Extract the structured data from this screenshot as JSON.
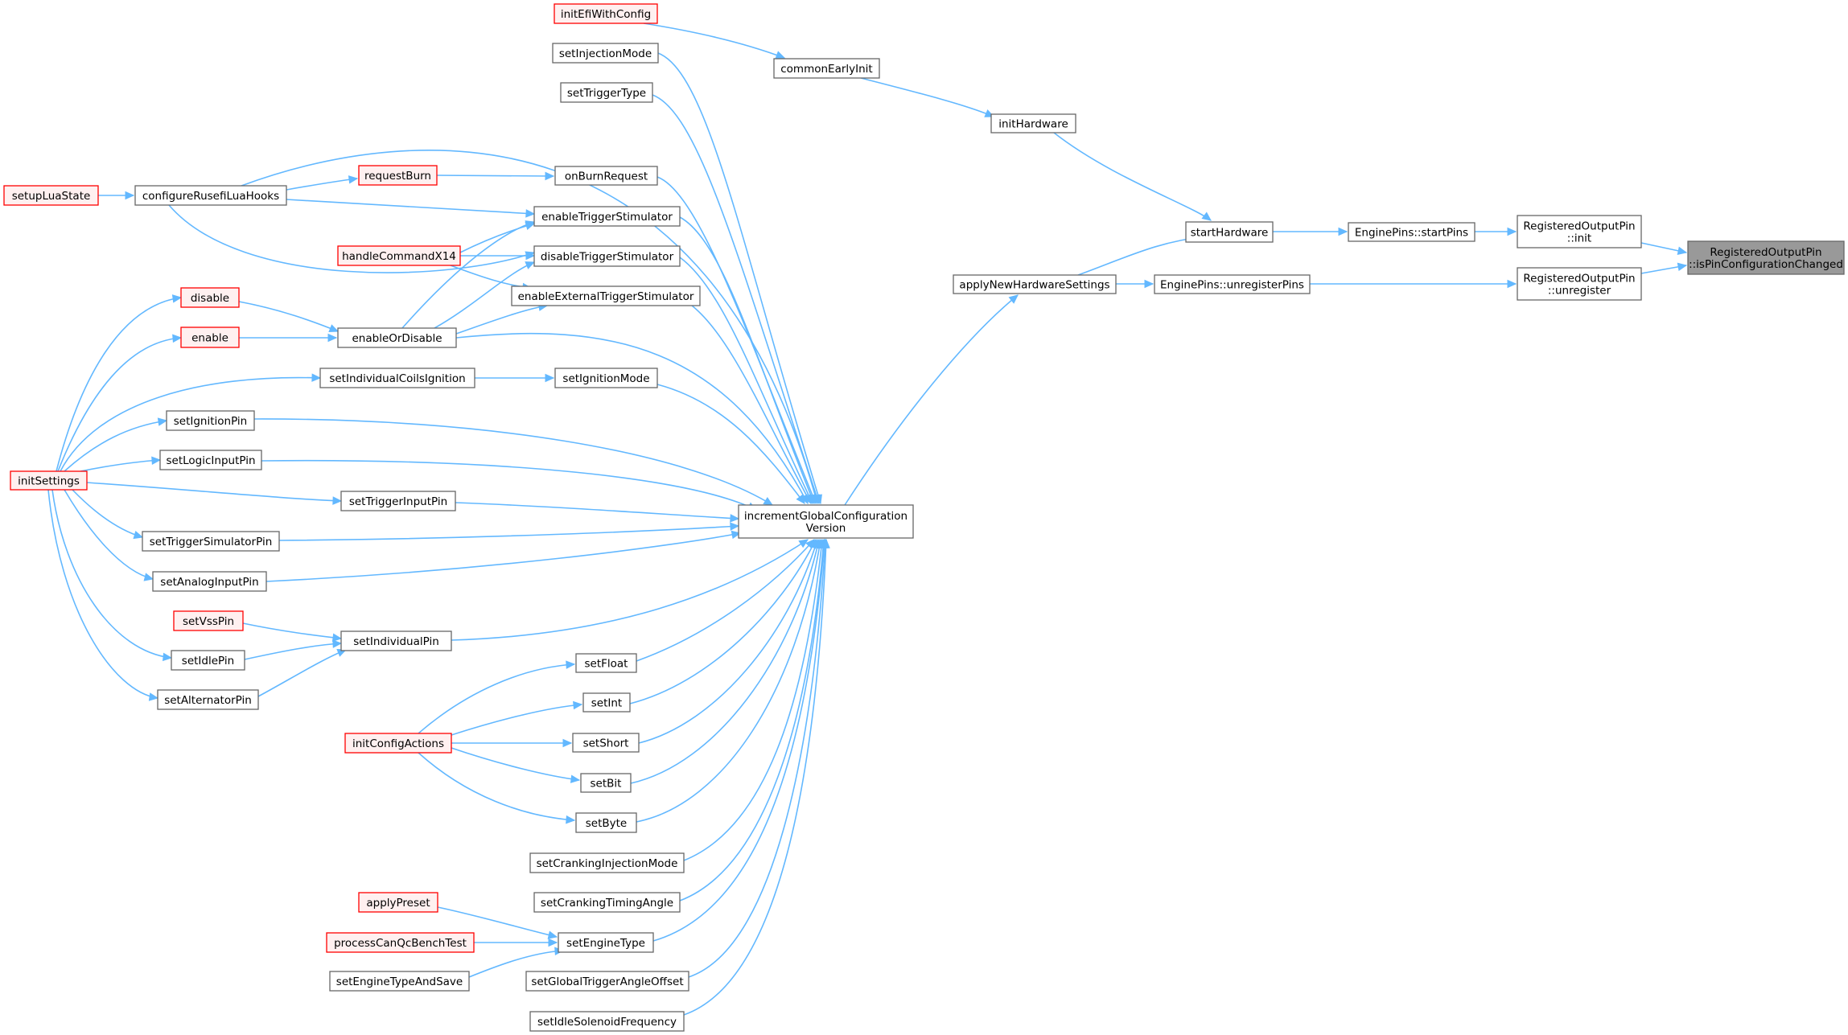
{
  "colors": {
    "edge": "#63b8ff",
    "node_border_normal": "#666666",
    "node_border_truncated": "#ff0000",
    "node_fill": "#ffffff",
    "node_fill_truncated": "#fff0f0",
    "node_fill_highlight": "#999999",
    "text": "#000000"
  },
  "nodes": [
    {
      "id": "isPinConfigurationChanged",
      "lines": [
        "RegisteredOutputPin",
        "::isPinConfigurationChanged"
      ],
      "style": "highlight"
    },
    {
      "id": "rop_init",
      "lines": [
        "RegisteredOutputPin",
        "::init"
      ],
      "style": "normal"
    },
    {
      "id": "rop_unregister",
      "lines": [
        "RegisteredOutputPin",
        "::unregister"
      ],
      "style": "normal"
    },
    {
      "id": "startPins",
      "lines": [
        "EnginePins::startPins"
      ],
      "style": "normal"
    },
    {
      "id": "unregisterPins",
      "lines": [
        "EnginePins::unregisterPins"
      ],
      "style": "normal"
    },
    {
      "id": "startHardware",
      "lines": [
        "startHardware"
      ],
      "style": "normal"
    },
    {
      "id": "applyNewHardwareSettings",
      "lines": [
        "applyNewHardwareSettings"
      ],
      "style": "normal"
    },
    {
      "id": "initHardware",
      "lines": [
        "initHardware"
      ],
      "style": "normal"
    },
    {
      "id": "commonEarlyInit",
      "lines": [
        "commonEarlyInit"
      ],
      "style": "normal"
    },
    {
      "id": "initEfiWithConfig",
      "lines": [
        "initEfiWithConfig"
      ],
      "style": "truncated"
    },
    {
      "id": "incrementGlobalConfigurationVersion",
      "lines": [
        "incrementGlobalConfiguration",
        "Version"
      ],
      "style": "normal"
    },
    {
      "id": "setInjectionMode",
      "lines": [
        "setInjectionMode"
      ],
      "style": "normal"
    },
    {
      "id": "setTriggerType",
      "lines": [
        "setTriggerType"
      ],
      "style": "normal"
    },
    {
      "id": "onBurnRequest",
      "lines": [
        "onBurnRequest"
      ],
      "style": "normal"
    },
    {
      "id": "enableTriggerStimulator",
      "lines": [
        "enableTriggerStimulator"
      ],
      "style": "normal"
    },
    {
      "id": "disableTriggerStimulator",
      "lines": [
        "disableTriggerStimulator"
      ],
      "style": "normal"
    },
    {
      "id": "enableExternalTriggerStimulator",
      "lines": [
        "enableExternalTriggerStimulator"
      ],
      "style": "normal"
    },
    {
      "id": "setIgnitionMode",
      "lines": [
        "setIgnitionMode"
      ],
      "style": "normal"
    },
    {
      "id": "setFloat",
      "lines": [
        "setFloat"
      ],
      "style": "normal"
    },
    {
      "id": "setInt",
      "lines": [
        "setInt"
      ],
      "style": "normal"
    },
    {
      "id": "setShort",
      "lines": [
        "setShort"
      ],
      "style": "normal"
    },
    {
      "id": "setBit",
      "lines": [
        "setBit"
      ],
      "style": "normal"
    },
    {
      "id": "setByte",
      "lines": [
        "setByte"
      ],
      "style": "normal"
    },
    {
      "id": "setCrankingInjectionMode",
      "lines": [
        "setCrankingInjectionMode"
      ],
      "style": "normal"
    },
    {
      "id": "setCrankingTimingAngle",
      "lines": [
        "setCrankingTimingAngle"
      ],
      "style": "normal"
    },
    {
      "id": "setEngineType",
      "lines": [
        "setEngineType"
      ],
      "style": "normal"
    },
    {
      "id": "setGlobalTriggerAngleOffset",
      "lines": [
        "setGlobalTriggerAngleOffset"
      ],
      "style": "normal"
    },
    {
      "id": "setIdleSolenoidFrequency",
      "lines": [
        "setIdleSolenoidFrequency"
      ],
      "style": "normal"
    },
    {
      "id": "requestBurn",
      "lines": [
        "requestBurn"
      ],
      "style": "truncated"
    },
    {
      "id": "handleCommandX14",
      "lines": [
        "handleCommandX14"
      ],
      "style": "truncated"
    },
    {
      "id": "enableOrDisable",
      "lines": [
        "enableOrDisable"
      ],
      "style": "normal"
    },
    {
      "id": "setIndividualCoilsIgnition",
      "lines": [
        "setIndividualCoilsIgnition"
      ],
      "style": "normal"
    },
    {
      "id": "setTriggerInputPin",
      "lines": [
        "setTriggerInputPin"
      ],
      "style": "normal"
    },
    {
      "id": "setIndividualPin",
      "lines": [
        "setIndividualPin"
      ],
      "style": "normal"
    },
    {
      "id": "initConfigActions",
      "lines": [
        "initConfigActions"
      ],
      "style": "truncated"
    },
    {
      "id": "applyPreset",
      "lines": [
        "applyPreset"
      ],
      "style": "truncated"
    },
    {
      "id": "processCanQcBenchTest",
      "lines": [
        "processCanQcBenchTest"
      ],
      "style": "truncated"
    },
    {
      "id": "setEngineTypeAndSave",
      "lines": [
        "setEngineTypeAndSave"
      ],
      "style": "normal"
    },
    {
      "id": "configureRusefiLuaHooks",
      "lines": [
        "configureRusefiLuaHooks"
      ],
      "style": "normal"
    },
    {
      "id": "disable",
      "lines": [
        "disable"
      ],
      "style": "truncated"
    },
    {
      "id": "enable",
      "lines": [
        "enable"
      ],
      "style": "truncated"
    },
    {
      "id": "setIgnitionPin",
      "lines": [
        "setIgnitionPin"
      ],
      "style": "normal"
    },
    {
      "id": "setLogicInputPin",
      "lines": [
        "setLogicInputPin"
      ],
      "style": "normal"
    },
    {
      "id": "setTriggerSimulatorPin",
      "lines": [
        "setTriggerSimulatorPin"
      ],
      "style": "normal"
    },
    {
      "id": "setAnalogInputPin",
      "lines": [
        "setAnalogInputPin"
      ],
      "style": "normal"
    },
    {
      "id": "setVssPin",
      "lines": [
        "setVssPin"
      ],
      "style": "truncated"
    },
    {
      "id": "setIdlePin",
      "lines": [
        "setIdlePin"
      ],
      "style": "normal"
    },
    {
      "id": "setAlternatorPin",
      "lines": [
        "setAlternatorPin"
      ],
      "style": "normal"
    },
    {
      "id": "setupLuaState",
      "lines": [
        "setupLuaState"
      ],
      "style": "truncated"
    },
    {
      "id": "initSettings",
      "lines": [
        "initSettings"
      ],
      "style": "truncated"
    }
  ],
  "edges": [
    [
      "rop_init",
      "isPinConfigurationChanged"
    ],
    [
      "rop_unregister",
      "isPinConfigurationChanged"
    ],
    [
      "startPins",
      "rop_init"
    ],
    [
      "unregisterPins",
      "rop_unregister"
    ],
    [
      "startHardware",
      "startPins"
    ],
    [
      "applyNewHardwareSettings",
      "unregisterPins"
    ],
    [
      "initHardware",
      "startHardware"
    ],
    [
      "applyNewHardwareSettings",
      "startHardware"
    ],
    [
      "commonEarlyInit",
      "initHardware"
    ],
    [
      "initEfiWithConfig",
      "commonEarlyInit"
    ],
    [
      "incrementGlobalConfigurationVersion",
      "applyNewHardwareSettings"
    ],
    [
      "setInjectionMode",
      "incrementGlobalConfigurationVersion"
    ],
    [
      "setTriggerType",
      "incrementGlobalConfigurationVersion"
    ],
    [
      "configureRusefiLuaHooks",
      "incrementGlobalConfigurationVersion"
    ],
    [
      "onBurnRequest",
      "incrementGlobalConfigurationVersion"
    ],
    [
      "enableTriggerStimulator",
      "incrementGlobalConfigurationVersion"
    ],
    [
      "disableTriggerStimulator",
      "incrementGlobalConfigurationVersion"
    ],
    [
      "enableExternalTriggerStimulator",
      "incrementGlobalConfigurationVersion"
    ],
    [
      "enableOrDisable",
      "incrementGlobalConfigurationVersion"
    ],
    [
      "setIgnitionMode",
      "incrementGlobalConfigurationVersion"
    ],
    [
      "setIgnitionPin",
      "incrementGlobalConfigurationVersion"
    ],
    [
      "setLogicInputPin",
      "incrementGlobalConfigurationVersion"
    ],
    [
      "setTriggerInputPin",
      "incrementGlobalConfigurationVersion"
    ],
    [
      "setTriggerSimulatorPin",
      "incrementGlobalConfigurationVersion"
    ],
    [
      "setAnalogInputPin",
      "incrementGlobalConfigurationVersion"
    ],
    [
      "setIndividualPin",
      "incrementGlobalConfigurationVersion"
    ],
    [
      "setFloat",
      "incrementGlobalConfigurationVersion"
    ],
    [
      "setInt",
      "incrementGlobalConfigurationVersion"
    ],
    [
      "setShort",
      "incrementGlobalConfigurationVersion"
    ],
    [
      "setBit",
      "incrementGlobalConfigurationVersion"
    ],
    [
      "setByte",
      "incrementGlobalConfigurationVersion"
    ],
    [
      "setCrankingInjectionMode",
      "incrementGlobalConfigurationVersion"
    ],
    [
      "setCrankingTimingAngle",
      "incrementGlobalConfigurationVersion"
    ],
    [
      "setEngineType",
      "incrementGlobalConfigurationVersion"
    ],
    [
      "setGlobalTriggerAngleOffset",
      "incrementGlobalConfigurationVersion"
    ],
    [
      "setIdleSolenoidFrequency",
      "incrementGlobalConfigurationVersion"
    ],
    [
      "requestBurn",
      "onBurnRequest"
    ],
    [
      "configureRusefiLuaHooks",
      "requestBurn"
    ],
    [
      "configureRusefiLuaHooks",
      "enableTriggerStimulator"
    ],
    [
      "configureRusefiLuaHooks",
      "disableTriggerStimulator"
    ],
    [
      "handleCommandX14",
      "enableTriggerStimulator"
    ],
    [
      "handleCommandX14",
      "disableTriggerStimulator"
    ],
    [
      "handleCommandX14",
      "enableExternalTriggerStimulator"
    ],
    [
      "enableOrDisable",
      "enableTriggerStimulator"
    ],
    [
      "enableOrDisable",
      "disableTriggerStimulator"
    ],
    [
      "enableOrDisable",
      "enableExternalTriggerStimulator"
    ],
    [
      "disable",
      "enableOrDisable"
    ],
    [
      "enable",
      "enableOrDisable"
    ],
    [
      "setIndividualCoilsIgnition",
      "setIgnitionMode"
    ],
    [
      "setVssPin",
      "setIndividualPin"
    ],
    [
      "setIdlePin",
      "setIndividualPin"
    ],
    [
      "setAlternatorPin",
      "setIndividualPin"
    ],
    [
      "initConfigActions",
      "setFloat"
    ],
    [
      "initConfigActions",
      "setInt"
    ],
    [
      "initConfigActions",
      "setShort"
    ],
    [
      "initConfigActions",
      "setBit"
    ],
    [
      "initConfigActions",
      "setByte"
    ],
    [
      "applyPreset",
      "setEngineType"
    ],
    [
      "processCanQcBenchTest",
      "setEngineType"
    ],
    [
      "setEngineTypeAndSave",
      "setEngineType"
    ],
    [
      "setupLuaState",
      "configureRusefiLuaHooks"
    ],
    [
      "initSettings",
      "disable"
    ],
    [
      "initSettings",
      "enable"
    ],
    [
      "initSettings",
      "setIndividualCoilsIgnition"
    ],
    [
      "initSettings",
      "setIgnitionPin"
    ],
    [
      "initSettings",
      "setLogicInputPin"
    ],
    [
      "initSettings",
      "setTriggerInputPin"
    ],
    [
      "initSettings",
      "setTriggerSimulatorPin"
    ],
    [
      "initSettings",
      "setAnalogInputPin"
    ],
    [
      "initSettings",
      "setIdlePin"
    ],
    [
      "initSettings",
      "setAlternatorPin"
    ]
  ]
}
